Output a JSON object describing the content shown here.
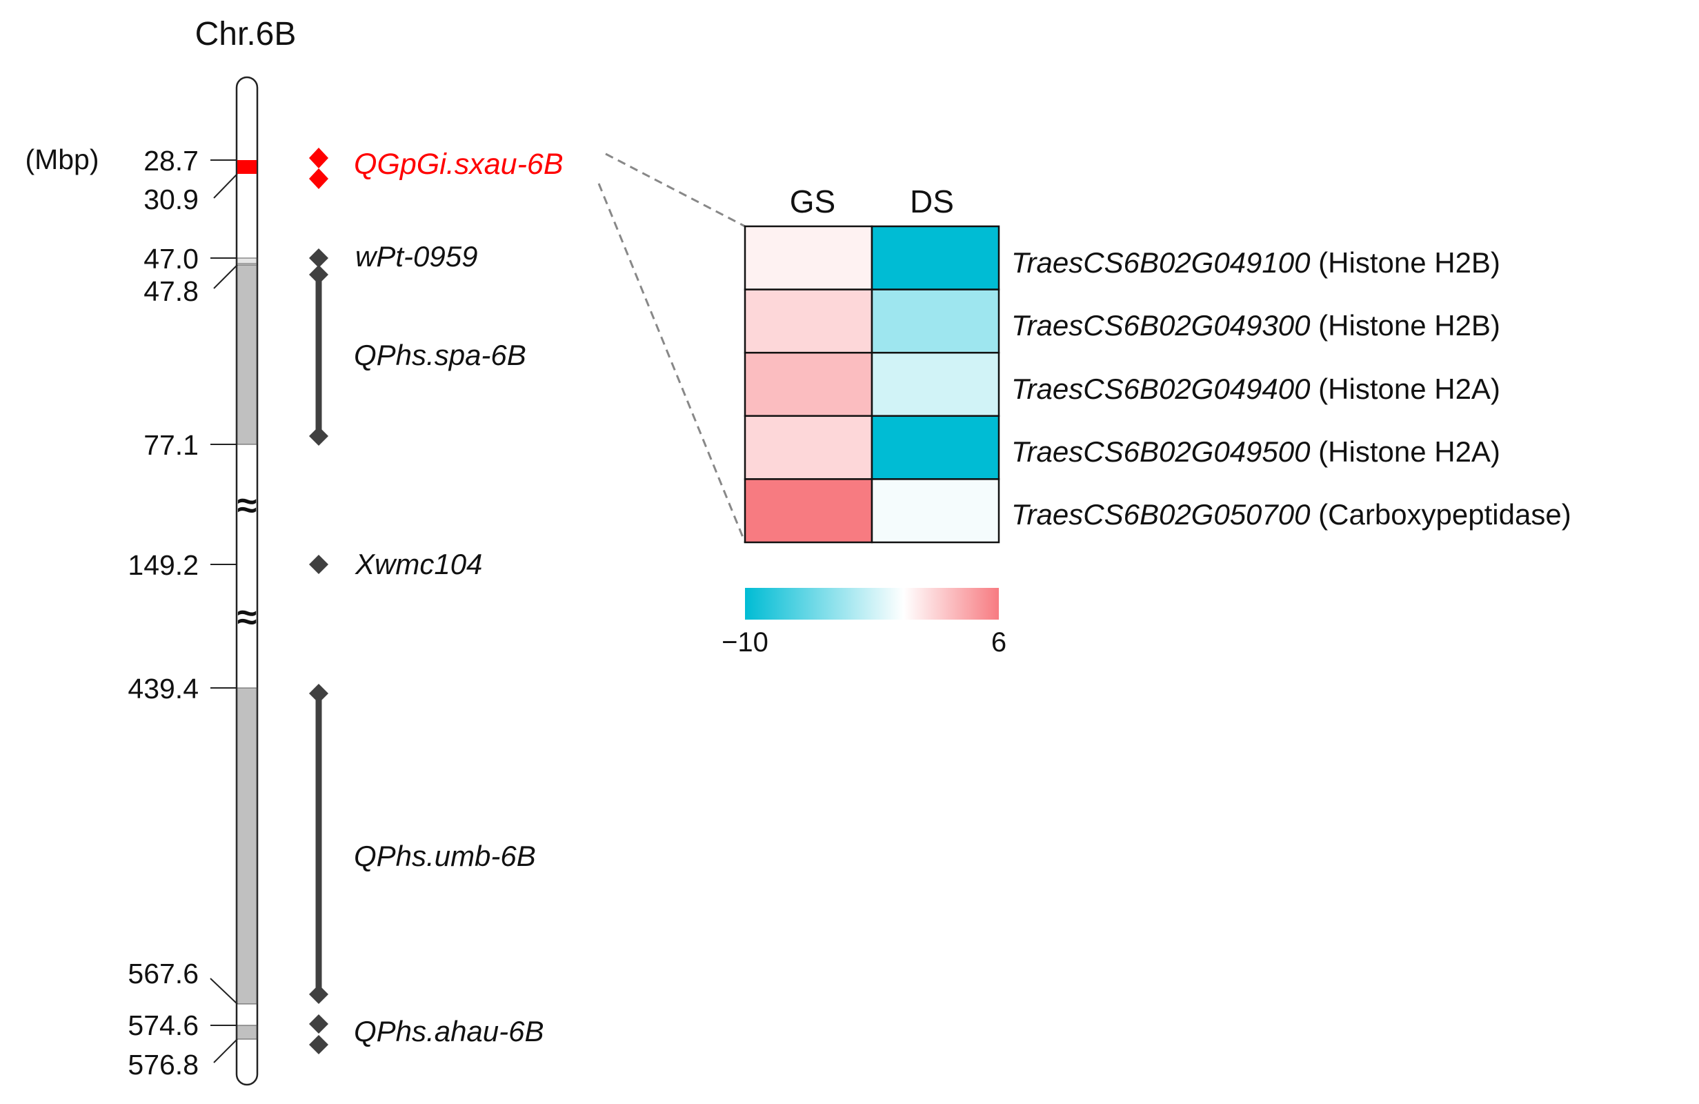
{
  "chromosome": {
    "title": "Chr.6B",
    "unit_label": "(Mbp)",
    "positions": [
      "28.7",
      "30.9",
      "47.0",
      "47.8",
      "77.1",
      "149.2",
      "439.4",
      "567.6",
      "574.6",
      "576.8"
    ],
    "break_glyph": "≈"
  },
  "qtl": {
    "target": {
      "name": "QGpGi.sxau-6B",
      "color": "#ff0000"
    },
    "markers": [
      {
        "name": "wPt-0959"
      },
      {
        "name": "QPhs.spa-6B"
      },
      {
        "name": "Xwmc104"
      },
      {
        "name": "QPhs.umb-6B"
      },
      {
        "name": "QPhs.ahau-6B"
      }
    ],
    "marker_color": "#404040"
  },
  "heatmap": {
    "columns": [
      "GS",
      "DS"
    ],
    "rows": [
      {
        "gene": "TraesCS6B02G049100",
        "annotation": "(Histone H2B)",
        "values": [
          0.6,
          -10
        ]
      },
      {
        "gene": "TraesCS6B02G049300",
        "annotation": "(Histone H2B)",
        "values": [
          1.8,
          -3.8
        ]
      },
      {
        "gene": "TraesCS6B02G049400",
        "annotation": "(Histone H2A)",
        "values": [
          3.0,
          -1.8
        ]
      },
      {
        "gene": "TraesCS6B02G049500",
        "annotation": "(Histone H2A)",
        "values": [
          1.8,
          -10
        ]
      },
      {
        "gene": "TraesCS6B02G050700",
        "annotation": "(Carboxypeptidase)",
        "values": [
          6,
          -0.4
        ]
      }
    ],
    "scale": {
      "min": -10,
      "max": 6,
      "min_label": "−10",
      "max_label": "6",
      "low_color": "#00bcd4",
      "mid_color": "#ffffff",
      "high_color": "#f77b81"
    }
  }
}
